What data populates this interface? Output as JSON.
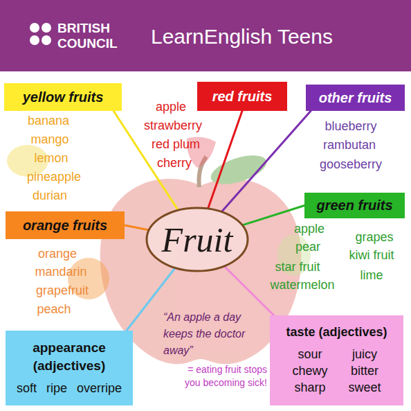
{
  "diagram": {
    "title": "LearnEnglish Teens",
    "nodes": [
      {
        "text": [
          "yellow fruits"
        ]
      },
      {
        "text": [
          "red fruits"
        ]
      },
      {
        "text": [
          "other fruits"
        ]
      },
      {
        "text": [
          "green fruits"
        ]
      },
      {
        "text": [
          "orange fruits"
        ]
      },
      {
        "text": [
          "Fruit"
        ]
      },
      {
        "text": [
          "appearance (adjectives)",
          "soft",
          "ripe",
          "overripe"
        ]
      },
      {
        "text": [
          "taste (adjectives)",
          "sour",
          "juicy",
          "chewy",
          "bitter",
          "sharp",
          "sweet"
        ]
      }
    ],
    "edges": [
      {
        "from": 5,
        "to": 0,
        "arrow": "none"
      },
      {
        "from": 5,
        "to": 1,
        "arrow": "none"
      },
      {
        "from": 5,
        "to": 2,
        "arrow": "none"
      },
      {
        "from": 5,
        "to": 3,
        "arrow": "none"
      },
      {
        "from": 5,
        "to": 4,
        "arrow": "none"
      },
      {
        "from": 5,
        "to": 6,
        "arrow": "none"
      },
      {
        "from": 5,
        "to": 7,
        "arrow": "none"
      }
    ],
    "labels": [
      "BRITISH COUNCIL",
      "banana",
      "mango",
      "lemon",
      "pineapple",
      "durian",
      "apple",
      "strawberry",
      "red plum",
      "cherry",
      "blueberry",
      "rambutan",
      "gooseberry",
      "apple",
      "pear",
      "star fruit",
      "watermelon",
      "grapes",
      "kiwi fruit",
      "lime",
      "orange",
      "mandarin",
      "grapefruit",
      "peach",
      "“An apple a day keeps the doctor away”",
      "= eating fruit stops you becoming sick!"
    ]
  }
}
